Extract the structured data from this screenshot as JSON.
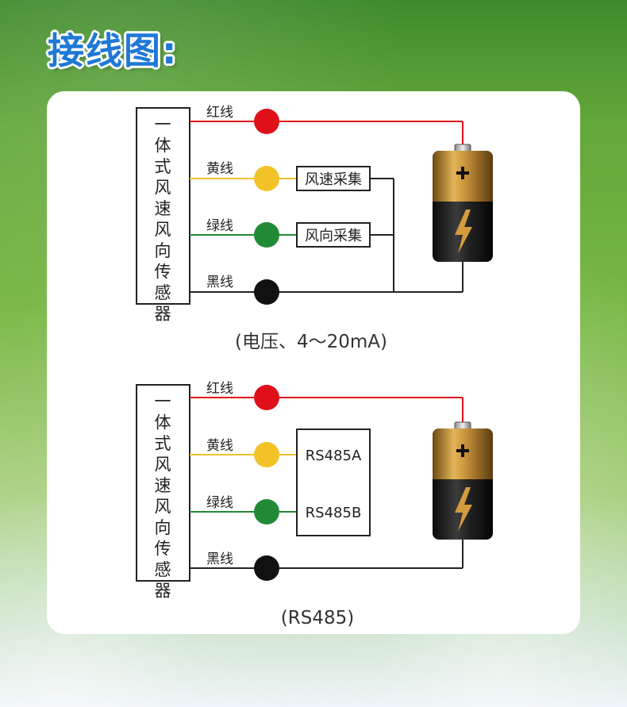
{
  "title": "接线图:",
  "diagrams": [
    {
      "sensor_label": "一体式风速风向传感器",
      "wires": [
        {
          "label": "红线",
          "color": "#e0101a"
        },
        {
          "label": "黄线",
          "color": "#f2c329"
        },
        {
          "label": "绿线",
          "color": "#218a36"
        },
        {
          "label": "黑线",
          "color": "#111111"
        }
      ],
      "boxes": [
        "风速采集",
        "风向采集"
      ],
      "caption": "(电压、4～20mA)"
    },
    {
      "sensor_label": "一体式风速风向传感器",
      "wires": [
        {
          "label": "红线",
          "color": "#e0101a"
        },
        {
          "label": "黄线",
          "color": "#f2c329"
        },
        {
          "label": "绿线",
          "color": "#218a36"
        },
        {
          "label": "黑线",
          "color": "#111111"
        }
      ],
      "rs485": [
        "RS485A",
        "RS485B"
      ],
      "caption": "(RS485)"
    }
  ],
  "icons": {
    "battery": "battery-icon",
    "lightning": "lightning-icon",
    "plus": "plus-icon"
  }
}
